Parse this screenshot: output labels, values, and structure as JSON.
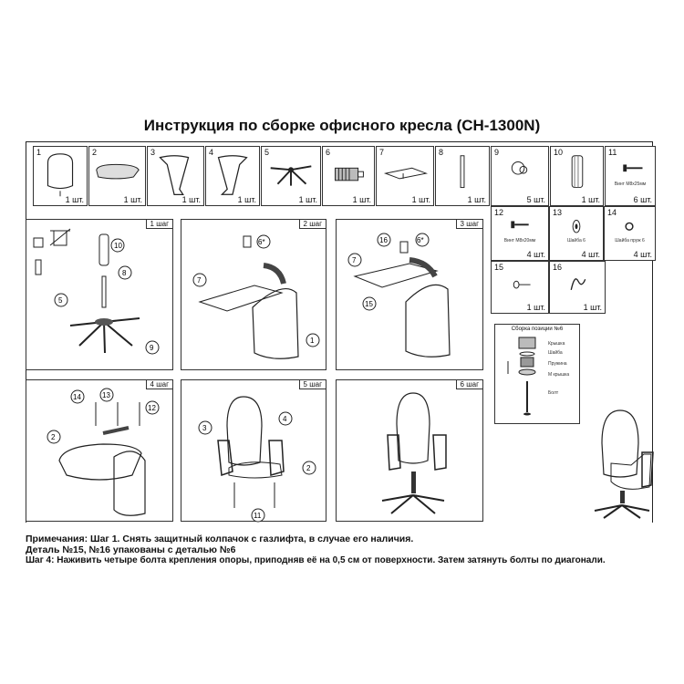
{
  "title": "Инструкция по сборке офисного кресла (CH-1300N)",
  "parts": [
    {
      "num": "1",
      "qty": "1 шт.",
      "caption": "",
      "icon": "backrest-icon"
    },
    {
      "num": "2",
      "qty": "1 шт.",
      "caption": "",
      "icon": "seat-icon"
    },
    {
      "num": "3",
      "qty": "1 шт.",
      "caption": "",
      "icon": "armrest-left-icon"
    },
    {
      "num": "4",
      "qty": "1 шт.",
      "caption": "",
      "icon": "armrest-right-icon"
    },
    {
      "num": "5",
      "qty": "1 шт.",
      "caption": "",
      "icon": "base-icon"
    },
    {
      "num": "6",
      "qty": "1 шт.",
      "caption": "",
      "icon": "spring-icon"
    },
    {
      "num": "7",
      "qty": "1 шт.",
      "caption": "",
      "icon": "mechanism-icon"
    },
    {
      "num": "8",
      "qty": "1 шт.",
      "caption": "",
      "icon": "rod-icon"
    },
    {
      "num": "9",
      "qty": "5 шт.",
      "caption": "",
      "icon": "caster-icon"
    },
    {
      "num": "10",
      "qty": "1 шт.",
      "caption": "",
      "icon": "gaslift-icon"
    },
    {
      "num": "11",
      "qty": "6 шт.",
      "caption": "Винт М8х25мм",
      "icon": "screw-icon"
    },
    {
      "num": "12",
      "qty": "4 шт.",
      "caption": "Винт М8х20мм",
      "icon": "screw-icon"
    },
    {
      "num": "13",
      "qty": "4 шт.",
      "caption": "Шайба 6",
      "icon": "washer-icon"
    },
    {
      "num": "14",
      "qty": "4 шт.",
      "caption": "Шайба пруж 6",
      "icon": "spring-washer-icon"
    },
    {
      "num": "15",
      "qty": "1 шт.",
      "caption": "",
      "icon": "pin-icon"
    },
    {
      "num": "16",
      "qty": "1 шт.",
      "caption": "",
      "icon": "clip-icon"
    }
  ],
  "steps": [
    {
      "tag": "1 шаг",
      "callouts": [
        "10",
        "8",
        "5",
        "9"
      ]
    },
    {
      "tag": "2 шаг",
      "callouts": [
        "6*",
        "7",
        "1"
      ]
    },
    {
      "tag": "3 шаг",
      "callouts": [
        "16",
        "6*",
        "7",
        "15"
      ]
    },
    {
      "tag": "4 шаг",
      "callouts": [
        "14",
        "13",
        "12",
        "2"
      ]
    },
    {
      "tag": "5 шаг",
      "callouts": [
        "3",
        "4",
        "2",
        "11"
      ]
    },
    {
      "tag": "6 шаг",
      "callouts": []
    }
  ],
  "subassembly": {
    "title": "Сборка позиции №6",
    "labels": [
      "Крышка",
      "Шайба",
      "Пружина",
      "М крышка",
      "Болт"
    ]
  },
  "notes": [
    "Примечания: Шаг 1. Снять защитный колпачок с газлифта, в случае его наличия.",
    "Деталь №15, №16 упакованы с деталью №6",
    "Шаг 4: Наживить четыре болта крепления опоры, приподняв её на 0,5 см от поверхности. Затем затянуть болты по диагонали."
  ]
}
